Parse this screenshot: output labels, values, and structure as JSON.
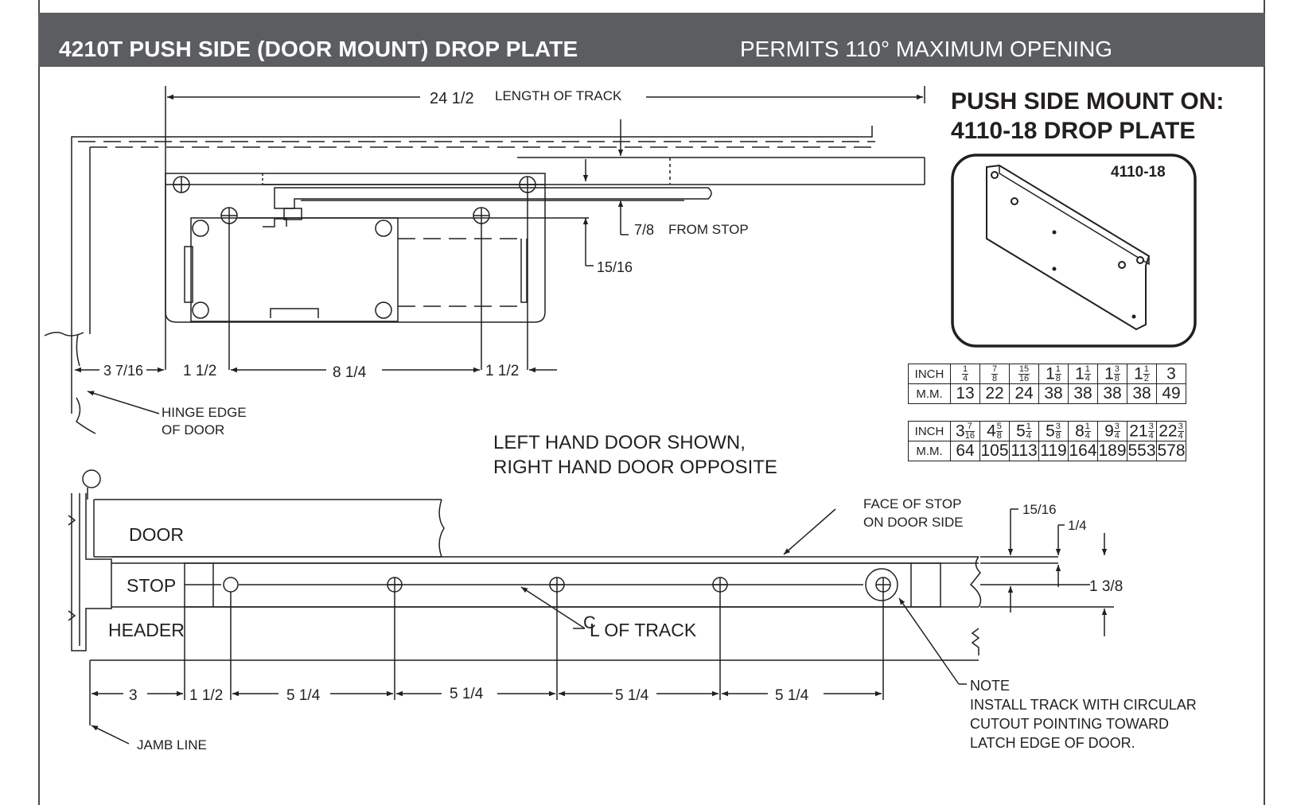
{
  "header": {
    "title": "4210T PUSH SIDE (DOOR MOUNT) DROP PLATE",
    "subtitle": "PERMITS 110° MAXIMUM OPENING"
  },
  "side_panel": {
    "heading_line1": "PUSH SIDE MOUNT ON:",
    "heading_line2": "4110-18 DROP PLATE",
    "plate_label": "4110-18"
  },
  "top_view": {
    "track_length_value": "24 1/2",
    "track_length_label": "LENGTH OF TRACK",
    "from_stop_value": "7/8",
    "from_stop_label": "FROM STOP",
    "offset_value": "15/16",
    "dim_hinge": "3 7/16",
    "dim_left": "1 1/2",
    "dim_center": "8 1/4",
    "dim_right": "1 1/2",
    "hinge_label_line1": "HINGE EDGE",
    "hinge_label_line2": "OF DOOR"
  },
  "note_hand": {
    "line1": "LEFT HAND DOOR SHOWN,",
    "line2": "RIGHT HAND DOOR OPPOSITE"
  },
  "section_view": {
    "door_label": "DOOR",
    "stop_label": "STOP",
    "header_label": "HEADER",
    "centerline_symbol": "C",
    "centerline_label": "L OF TRACK",
    "face_stop_line1": "FACE  OF  STOP",
    "face_stop_line2": "ON DOOR SIDE",
    "dim_15_16": "15/16",
    "dim_1_4": "1/4",
    "dim_1_3_8": "1 3/8",
    "dims_bottom": [
      "3",
      "1 1/2",
      "5 1/4",
      "5 1/4",
      "5 1/4",
      "5 1/4"
    ],
    "jamb_label": "JAMB LINE",
    "note_title": "NOTE",
    "note_line1": "INSTALL TRACK WITH CIRCULAR",
    "note_line2": "CUTOUT POINTING TOWARD",
    "note_line3": "LATCH EDGE OF DOOR."
  },
  "conversion_table": {
    "row_label_inch": "INCH",
    "row_label_mm": "M.M.",
    "table1": {
      "inch": [
        {
          "whole": "",
          "num": "1",
          "den": "4"
        },
        {
          "whole": "",
          "num": "7",
          "den": "8"
        },
        {
          "whole": "",
          "num": "15",
          "den": "16"
        },
        {
          "whole": "1",
          "num": "1",
          "den": "8"
        },
        {
          "whole": "1",
          "num": "1",
          "den": "4"
        },
        {
          "whole": "1",
          "num": "3",
          "den": "8"
        },
        {
          "whole": "1",
          "num": "1",
          "den": "2"
        },
        {
          "whole": "3",
          "num": "",
          "den": ""
        }
      ],
      "mm": [
        "13",
        "22",
        "24",
        "38",
        "38",
        "38",
        "38",
        "49"
      ]
    },
    "table2": {
      "inch": [
        {
          "whole": "3",
          "num": "7",
          "den": "16"
        },
        {
          "whole": "4",
          "num": "5",
          "den": "8"
        },
        {
          "whole": "5",
          "num": "1",
          "den": "4"
        },
        {
          "whole": "5",
          "num": "3",
          "den": "8"
        },
        {
          "whole": "8",
          "num": "1",
          "den": "4"
        },
        {
          "whole": "9",
          "num": "3",
          "den": "4"
        },
        {
          "whole": "21",
          "num": "3",
          "den": "4"
        },
        {
          "whole": "22",
          "num": "3",
          "den": "4"
        }
      ],
      "mm": [
        "64",
        "105",
        "113",
        "119",
        "164",
        "189",
        "553",
        "578"
      ]
    }
  }
}
